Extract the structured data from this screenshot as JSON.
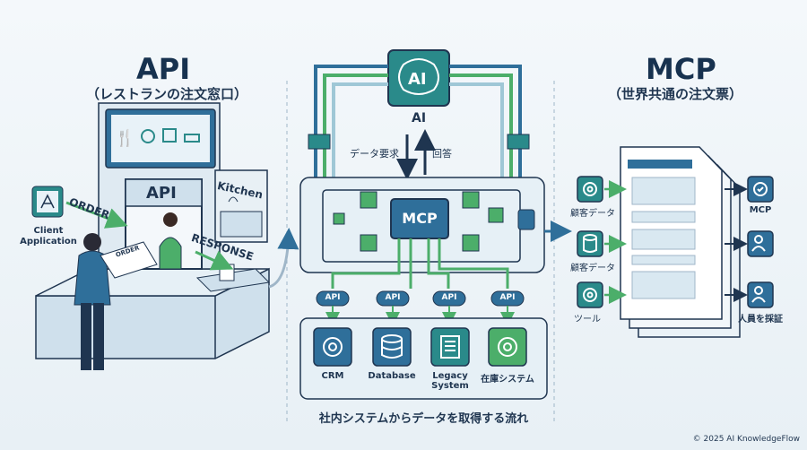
{
  "left": {
    "title": "API",
    "subtitle": "（レストランの注文窓口）",
    "client_label": "Client\nApplication",
    "order_label": "ORDER",
    "response_label": "RESPONSE",
    "counter_sign": "API",
    "kitchen_sign": "Kitchen",
    "ticket_text": "ORDER"
  },
  "center": {
    "ai_label": "AI",
    "ai_icon_text": "AI",
    "request_label": "データ要求",
    "response_label": "回答",
    "mcp_label": "MCP",
    "api_badges": [
      "API",
      "API",
      "API",
      "API"
    ],
    "systems": [
      {
        "label": "CRM",
        "icon": "gear-icon"
      },
      {
        "label": "Database",
        "icon": "database-icon"
      },
      {
        "label": "Legacy\nSystem",
        "icon": "document-list-icon"
      },
      {
        "label": "在庫システム",
        "icon": "gear-icon"
      }
    ],
    "caption": "社内システムからデータを取得する流れ"
  },
  "right": {
    "title": "MCP",
    "subtitle": "（世界共通の注文票）",
    "left_items": [
      {
        "label": "顧客データ",
        "icon": "gear-icon"
      },
      {
        "label": "顧客データ",
        "icon": "database-icon"
      },
      {
        "label": "ツール",
        "icon": "gear-icon"
      }
    ],
    "right_items": [
      {
        "label": "MCP",
        "icon": "gear-check-icon"
      },
      {
        "label": "",
        "icon": "person-gear-icon"
      },
      {
        "label": "人員を採証",
        "icon": "person-add-icon"
      }
    ]
  },
  "footer": {
    "copyright": "© 2025 AI KnowledgeFlow"
  },
  "colors": {
    "navy": "#1f3550",
    "teal": "#2a8a8a",
    "green": "#4cae6a",
    "blue": "#2f6f9a",
    "light": "#d9e8f1"
  }
}
